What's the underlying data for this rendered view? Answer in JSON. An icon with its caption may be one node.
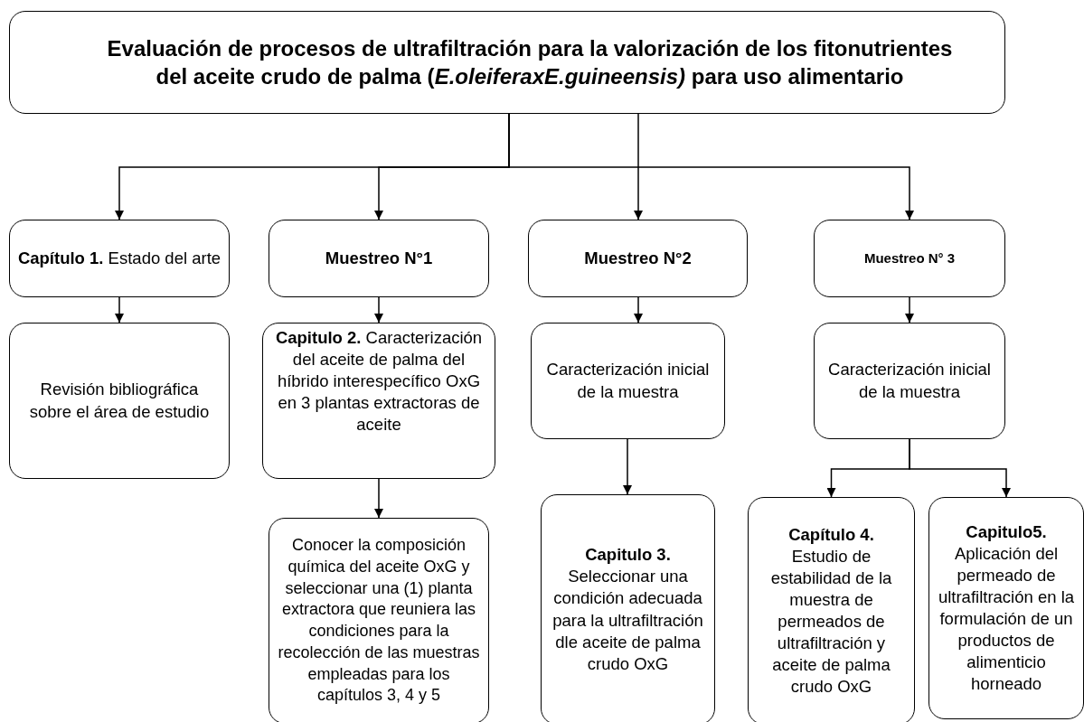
{
  "diagram": {
    "nodes": [
      {
        "text": [
          "Evaluación de procesos de ultrafiltración para la valorización de los fitonutrientes del aceite crudo de palma (*E.oleiferaxE.guineensis)* para uso alimentario"
        ]
      },
      {
        "text": [
          "**Capítulo 1.** Estado del arte"
        ]
      },
      {
        "text": [
          "Muestreo N°1"
        ]
      },
      {
        "text": [
          "Muestreo N°2"
        ]
      },
      {
        "text": [
          "Muestreo N° 3"
        ]
      },
      {
        "text": [
          "Revisión bibliográfica sobre el área de estudio"
        ]
      },
      {
        "text": [
          "**Capitulo 2.** Caracterización del aceite de palma del híbrido interespecífico OxG en 3 plantas extractoras de aceite"
        ]
      },
      {
        "text": [
          "Caracterización inicial de la muestra"
        ]
      },
      {
        "text": [
          "Caracterización inicial de la muestra"
        ]
      },
      {
        "text": [
          "Conocer la composición química del aceite OxG y seleccionar una (1) planta extractora que reuniera las condiciones para la recolección de las muestras empleadas para los capítulos 3, 4 y 5"
        ]
      },
      {
        "text": [
          "Capitulo 3.",
          "Seleccionar una condición adecuada para la ultrafiltración dle aceite de palma crudo OxG"
        ]
      },
      {
        "text": [
          "Capítulo 4.",
          "Estudio de estabilidad de la muestra de permeados de ultrafiltración y aceite de palma crudo OxG"
        ]
      },
      {
        "text": [
          "Capitulo5.",
          "Aplicación del permeado de ultrafiltración en la formulación de un productos de alimenticio horneado"
        ]
      }
    ],
    "edges": [
      {
        "from": 0,
        "to": 1,
        "arrow": "to"
      },
      {
        "from": 0,
        "to": 2,
        "arrow": "to"
      },
      {
        "from": 0,
        "to": 3,
        "arrow": "to"
      },
      {
        "from": 0,
        "to": 4,
        "arrow": "to"
      },
      {
        "from": 1,
        "to": 5,
        "arrow": "to"
      },
      {
        "from": 2,
        "to": 6,
        "arrow": "to"
      },
      {
        "from": 3,
        "to": 7,
        "arrow": "to"
      },
      {
        "from": 4,
        "to": 8,
        "arrow": "to"
      },
      {
        "from": 6,
        "to": 9,
        "arrow": "to"
      },
      {
        "from": 7,
        "to": 10,
        "arrow": "to"
      },
      {
        "from": 8,
        "to": 11,
        "arrow": "to"
      },
      {
        "from": 8,
        "to": 12,
        "arrow": "to"
      }
    ]
  }
}
